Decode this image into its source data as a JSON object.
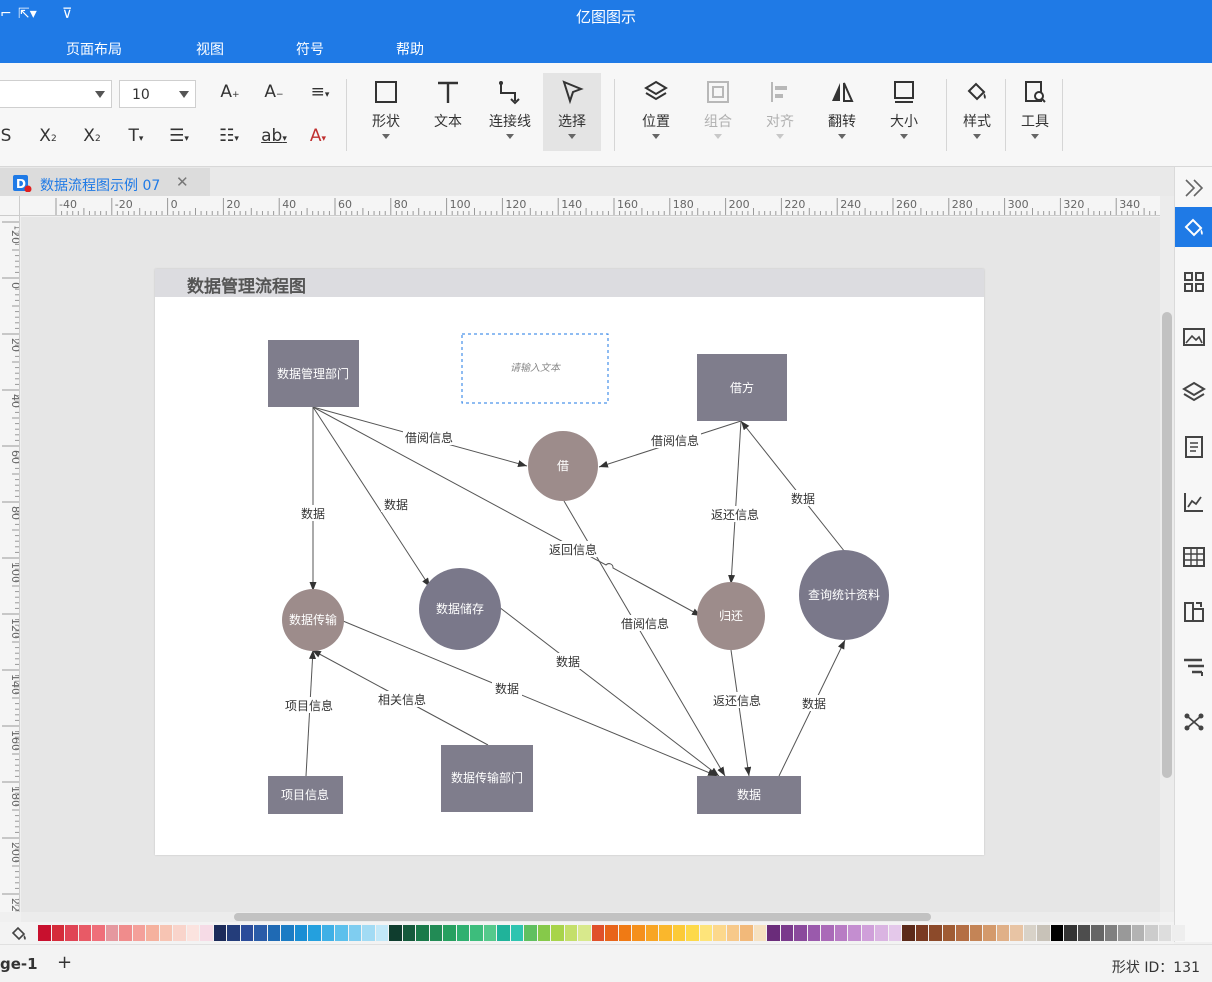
{
  "window": {
    "title": "亿图图示"
  },
  "menu": [
    "页面布局",
    "视图",
    "符号",
    "帮助"
  ],
  "toolbar": {
    "font_size": "10",
    "buttons": {
      "shape": "形状",
      "text": "文本",
      "connector": "连接线",
      "select": "选择",
      "position": "位置",
      "group": "组合",
      "align": "对齐",
      "flip": "翻转",
      "size": "大小",
      "style": "样式",
      "tools": "工具"
    }
  },
  "tab": {
    "label": "数据流程图示例 07"
  },
  "ruler": {
    "h_ticks": [
      "-40",
      "-20",
      "0",
      "20",
      "40",
      "60",
      "80",
      "100",
      "120",
      "140",
      "160",
      "180",
      "200",
      "220",
      "240",
      "260",
      "280",
      "300",
      "320",
      "340"
    ],
    "v_ticks": [
      "-20",
      "0",
      "20",
      "40",
      "60",
      "80",
      "100",
      "120",
      "140",
      "160",
      "180",
      "200",
      "220"
    ]
  },
  "diagram": {
    "title": "数据管理流程图",
    "placeholder": "请输入文本",
    "nodes": {
      "dept": "数据管理部门",
      "borrower": "借方",
      "borrow": "借",
      "storage": "数据储存",
      "transfer": "数据传输",
      "return": "归还",
      "query": "查询统计资料",
      "project": "项目信息",
      "transfer_dept": "数据传输部门",
      "data": "数据"
    },
    "edge_labels": {
      "l1": "借阅信息",
      "l2": "借阅信息",
      "l3": "数据",
      "l4": "数据",
      "l5": "返还信息",
      "l6": "数据",
      "l7": "返回信息",
      "l8": "借阅信息",
      "l9": "数据",
      "l10": "数据",
      "l11": "相关信息",
      "l12": "项目信息",
      "l13": "返还信息",
      "l14": "数据"
    }
  },
  "colors": {
    "accent": "#1f7ae6",
    "box_fill": "#7f7d8c",
    "circle_warm": "#9d8c8b",
    "circle_cool": "#7a788a"
  },
  "palette": [
    "#c8102e",
    "#d52b3a",
    "#e04455",
    "#e85a66",
    "#ef6f7a",
    "#e5989f",
    "#f08c8c",
    "#f4a09a",
    "#f5b19e",
    "#f7c4b3",
    "#f9d4cb",
    "#fbe3df",
    "#f6dbe6",
    "#1c2b5a",
    "#243d7a",
    "#2b4c9a",
    "#2a5ca8",
    "#1f6ab4",
    "#1b7cc4",
    "#1a8ed4",
    "#24a0de",
    "#3fb0e6",
    "#5cc0ec",
    "#7fcdf0",
    "#a2dbf4",
    "#c2e8f8",
    "#0f3d2e",
    "#155a3c",
    "#1a7a4a",
    "#228b55",
    "#27a060",
    "#2fb070",
    "#3dbd7c",
    "#55c98c",
    "#20b39a",
    "#2ec4b0",
    "#60c060",
    "#86c94a",
    "#a8d44a",
    "#c4df6a",
    "#d8e98c",
    "#e0502a",
    "#e8641a",
    "#f07a14",
    "#f5901c",
    "#f8a524",
    "#fab72c",
    "#fcca38",
    "#fdd94a",
    "#fee47a",
    "#fcd88c",
    "#f7c98a",
    "#f2b97a",
    "#f6e1c0",
    "#6a2c7a",
    "#7a3a8c",
    "#8a4a9c",
    "#9a5aac",
    "#aa6ab8",
    "#b87cc4",
    "#c48ed0",
    "#d0a0da",
    "#dab4e2",
    "#e4c8ea",
    "#5c2a1a",
    "#7a3a22",
    "#8c4a2a",
    "#a05c34",
    "#b46e44",
    "#c48456",
    "#d49a6c",
    "#e0b088",
    "#e8c4a4",
    "#d8d2c8",
    "#c8c2b8",
    "#000000",
    "#333333",
    "#4d4d4d",
    "#666666",
    "#808080",
    "#999999",
    "#b3b3b3",
    "#cccccc",
    "#dddddd",
    "#eeeeee"
  ],
  "status": {
    "page_tab": "ge-1",
    "add_page": "+",
    "shape_id": "形状 ID：131"
  }
}
